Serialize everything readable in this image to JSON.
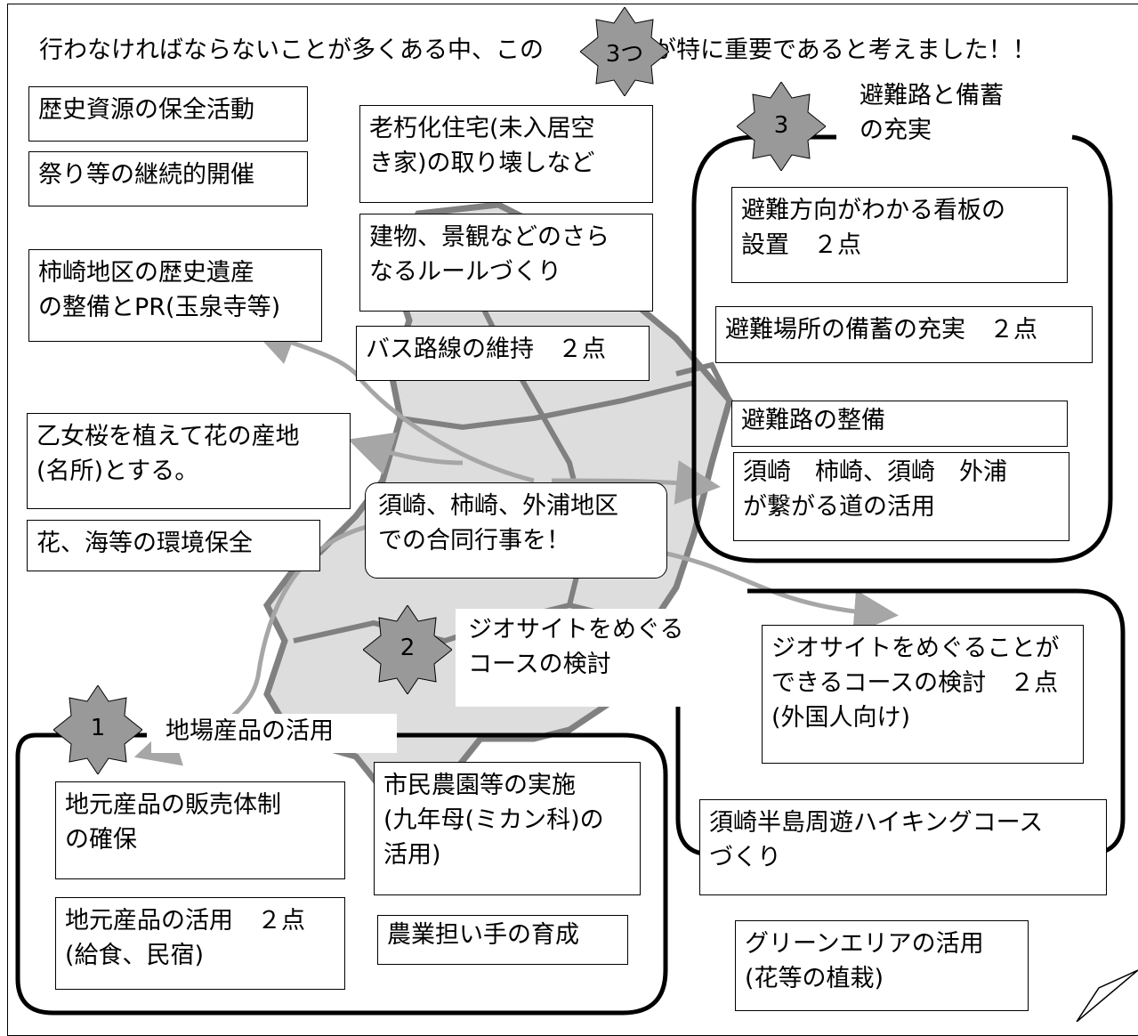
{
  "header": {
    "before": "行わなければならないことが多くある中、この",
    "badge": "3つ",
    "after": "が特に重要であると考えました！！"
  },
  "items": {
    "rekishi_shigen": "歴史資源の保全活動",
    "matsuri": "祭り等の継続的開催",
    "roukyu": "老朽化住宅(未入居空\nき家)の取り壊しなど",
    "tatemono": "建物、景観などのさら\nなるルールづくり",
    "bus": "バス路線の維持　２点",
    "kakizaki": "柿崎地区の歴史遺産\nの整備とPR(玉泉寺等)",
    "otome": "乙女桜を植えて花の産地\n(名所)とする。",
    "hana_umi": "花、海等の環境保全",
    "joint": "須崎、柿崎、外浦地区\nでの合同行事を！",
    "green": "グリーンエリアの活用\n(花等の植栽)"
  },
  "group1": {
    "num": "1",
    "title": "地場産品の活用",
    "items": [
      "地元産品の販売体制\nの確保",
      "市民農園等の実施\n(九年母(ミカン科)の\n活用)",
      "地元産品の活用　２点\n(給食、民宿)",
      "農業担い手の育成"
    ]
  },
  "group2": {
    "num": "2",
    "title": "ジオサイトをめぐる\nコースの検討",
    "items": [
      "ジオサイトをめぐることが\nできるコースの検討　２点\n(外国人向け)",
      "須崎半島周遊ハイキングコース\nづくり"
    ]
  },
  "group3": {
    "num": "3",
    "title": "避難路と備蓄\nの充実",
    "items": [
      "避難方向がわかる看板の\n設置　２点",
      "避難場所の備蓄の充実　２点",
      "避難路の整備",
      "須崎　柿崎、須崎　外浦\nが繋がる道の活用"
    ]
  },
  "colors": {
    "map_fill": "#dddddd",
    "map_line": "#808080",
    "star_fill": "#999999",
    "arrow": "#a6a6a6"
  }
}
